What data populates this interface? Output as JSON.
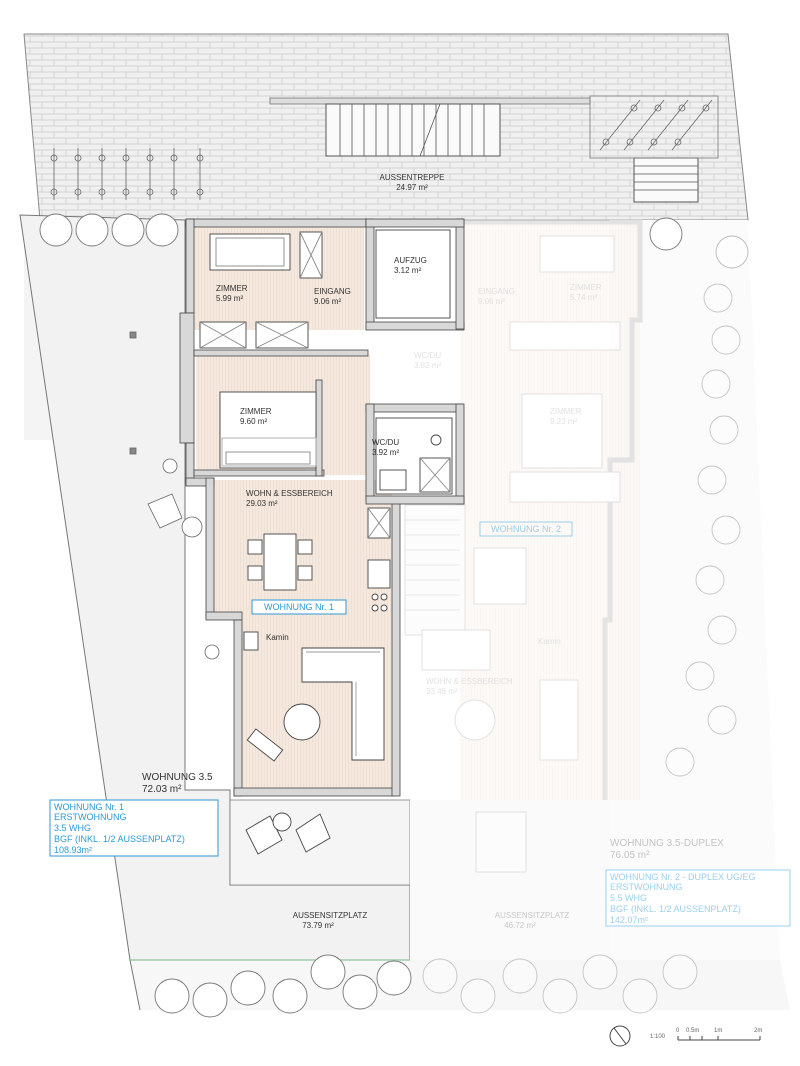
{
  "title": "",
  "colors": {
    "wall": "#8a8a8a",
    "wall_fill": "#d9d9d9",
    "floor_wood": "#f3e6dc",
    "paving": "#eeeeee",
    "accent_blue": "#2d9ad6",
    "green_line": "#8cc79a"
  },
  "outdoor": {
    "stairs": {
      "name": "AUSSENTREPPE",
      "area": "24.97 m²"
    },
    "patio_left": {
      "name": "AUSSENSITZPLATZ",
      "area": "73.79 m²"
    },
    "patio_right": {
      "name": "AUSSENSITZPLATZ",
      "area": "46.72 m²"
    }
  },
  "unit1": {
    "rooms": {
      "room_small": {
        "name": "ZIMMER",
        "area": "5.99 m²"
      },
      "entry": {
        "name": "EINGANG",
        "area": "9.06 m²"
      },
      "lift": {
        "name": "AUFZUG",
        "area": "3.12 m²"
      },
      "room_big": {
        "name": "ZIMMER",
        "area": "9.60 m²"
      },
      "wc": {
        "name": "WC/DU",
        "area": "3.92 m²"
      },
      "living": {
        "name": "WOHN & ESSBEREICH",
        "area": "29.03 m²"
      },
      "fireplace": "Kamin"
    },
    "tag": "WOHNUNG Nr. 1",
    "summary": {
      "name": "WOHNUNG 3.5",
      "area": "72.03 m²"
    },
    "info": [
      "WOHNUNG Nr. 1",
      "ERSTWOHNUNG",
      "3.5 WHG",
      "BGF (INKL. 1/2 AUSSENPLATZ)",
      "108.93m²"
    ]
  },
  "unit2": {
    "rooms": {
      "entry": {
        "name": "EINGANG",
        "area": "9.06 m²"
      },
      "room_small": {
        "name": "ZIMMER",
        "area": "5.74 m²"
      },
      "wc": {
        "name": "WC/DU",
        "area": "3.82 m²"
      },
      "room_big": {
        "name": "ZIMMER",
        "area": "9.23 m²"
      },
      "living": {
        "name": "WOHN & ESSBEREICH",
        "area": "33.48 m²"
      },
      "fireplace": "Kamin"
    },
    "tag": "WOHNUNG Nr. 2",
    "summary": {
      "name": "WOHNUNG 3.5-DUPLEX",
      "area": "76.05 m²"
    },
    "info": [
      "WOHNUNG Nr. 2 - DUPLEX UG/EG",
      "ERSTWOHNUNG",
      "5.5 WHG",
      "BGF (INKL. 1/2 AUSSENPLATZ)",
      "142.07m²"
    ]
  },
  "legend": {
    "scale": "1:100",
    "ticks": [
      "0",
      "0.5m",
      "1m",
      "2m"
    ],
    "north_icon": "north-arrow-icon"
  }
}
